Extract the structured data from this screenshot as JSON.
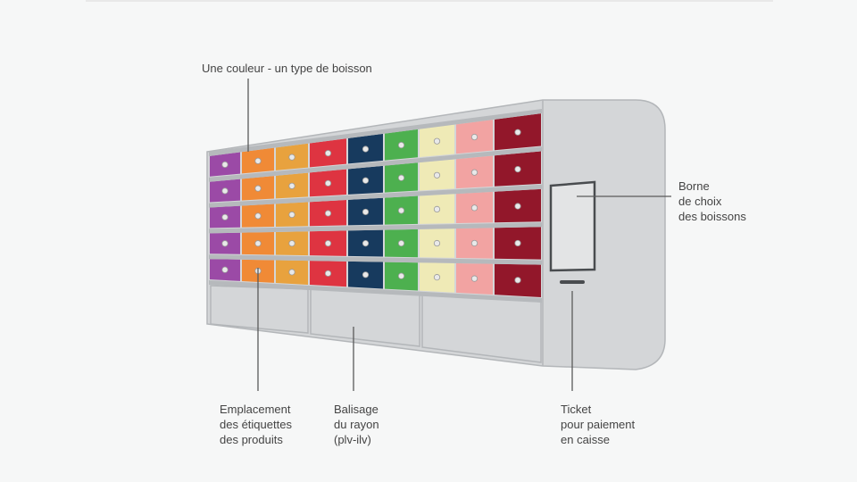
{
  "labels": {
    "color_type": "Une couleur - un type de boisson",
    "kiosk": [
      "Borne",
      "de choix",
      "des boissons"
    ],
    "product_labels": [
      "Emplacement",
      "des étiquettes",
      "des produits"
    ],
    "shelf_marking": [
      "Balisage",
      "du rayon",
      "(plv-ilv)"
    ],
    "ticket": [
      "Ticket",
      "pour paiement",
      "en caisse"
    ]
  },
  "drink_colors": [
    "#9b4aa6",
    "#f08a36",
    "#e8a23e",
    "#de3441",
    "#173a5e",
    "#4db04f",
    "#efeab6",
    "#f2a3a2",
    "#92172a"
  ],
  "colors": {
    "cabinet": "#d4d6d8",
    "cabinet_border": "#b3b6b9",
    "shelf": "#b6b9bc",
    "screen": "#e3e4e5",
    "screen_border": "#494c4f",
    "leader_line": "#5a5a5a"
  },
  "drawer_rows": 5
}
